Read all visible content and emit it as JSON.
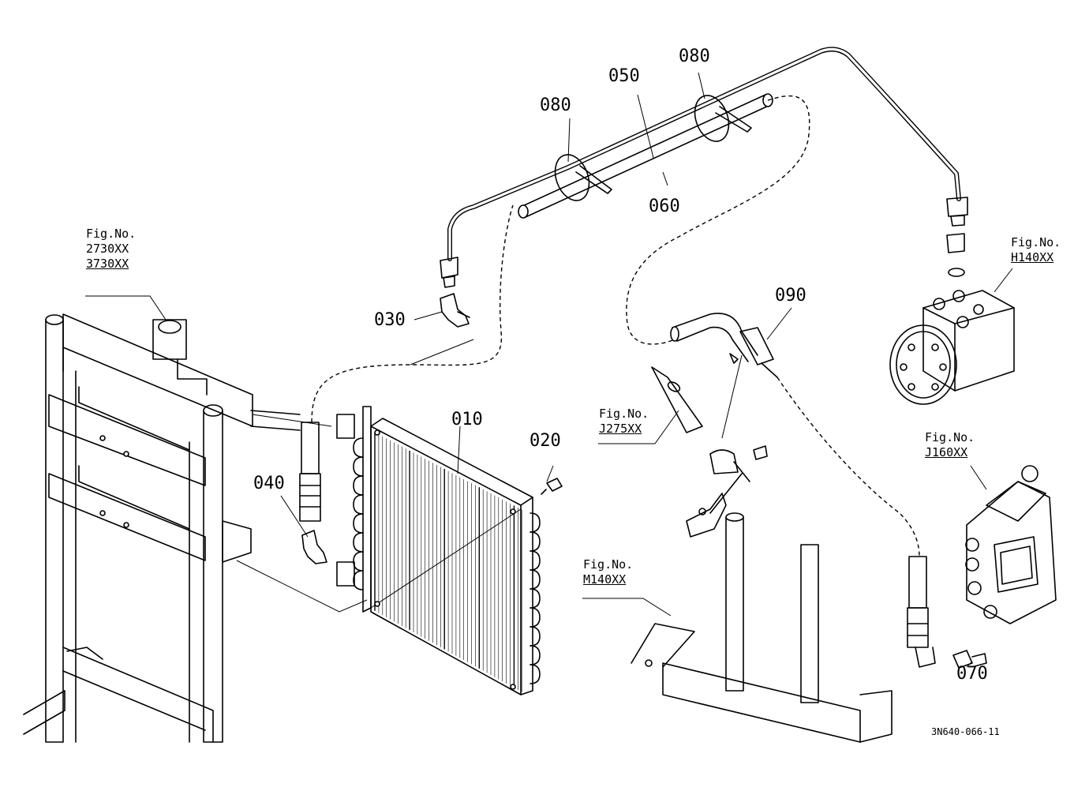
{
  "drawing_number": "3N640-066-11",
  "part_numbers": {
    "p010": "010",
    "p020": "020",
    "p030": "030",
    "p040": "040",
    "p050": "050",
    "p060": "060",
    "p070": "070",
    "p080a": "080",
    "p080b": "080",
    "p090": "090"
  },
  "figure_refs": {
    "frame": {
      "title": "Fig.No.",
      "codes": [
        "2730XX",
        "3730XX"
      ]
    },
    "steering": {
      "title": "Fig.No.",
      "codes": [
        "H140XX"
      ]
    },
    "j275": {
      "title": "Fig.No.",
      "codes": [
        "J275XX"
      ]
    },
    "valve": {
      "title": "Fig.No.",
      "codes": [
        "J160XX"
      ]
    },
    "m140": {
      "title": "Fig.No.",
      "codes": [
        "M140XX"
      ]
    }
  }
}
